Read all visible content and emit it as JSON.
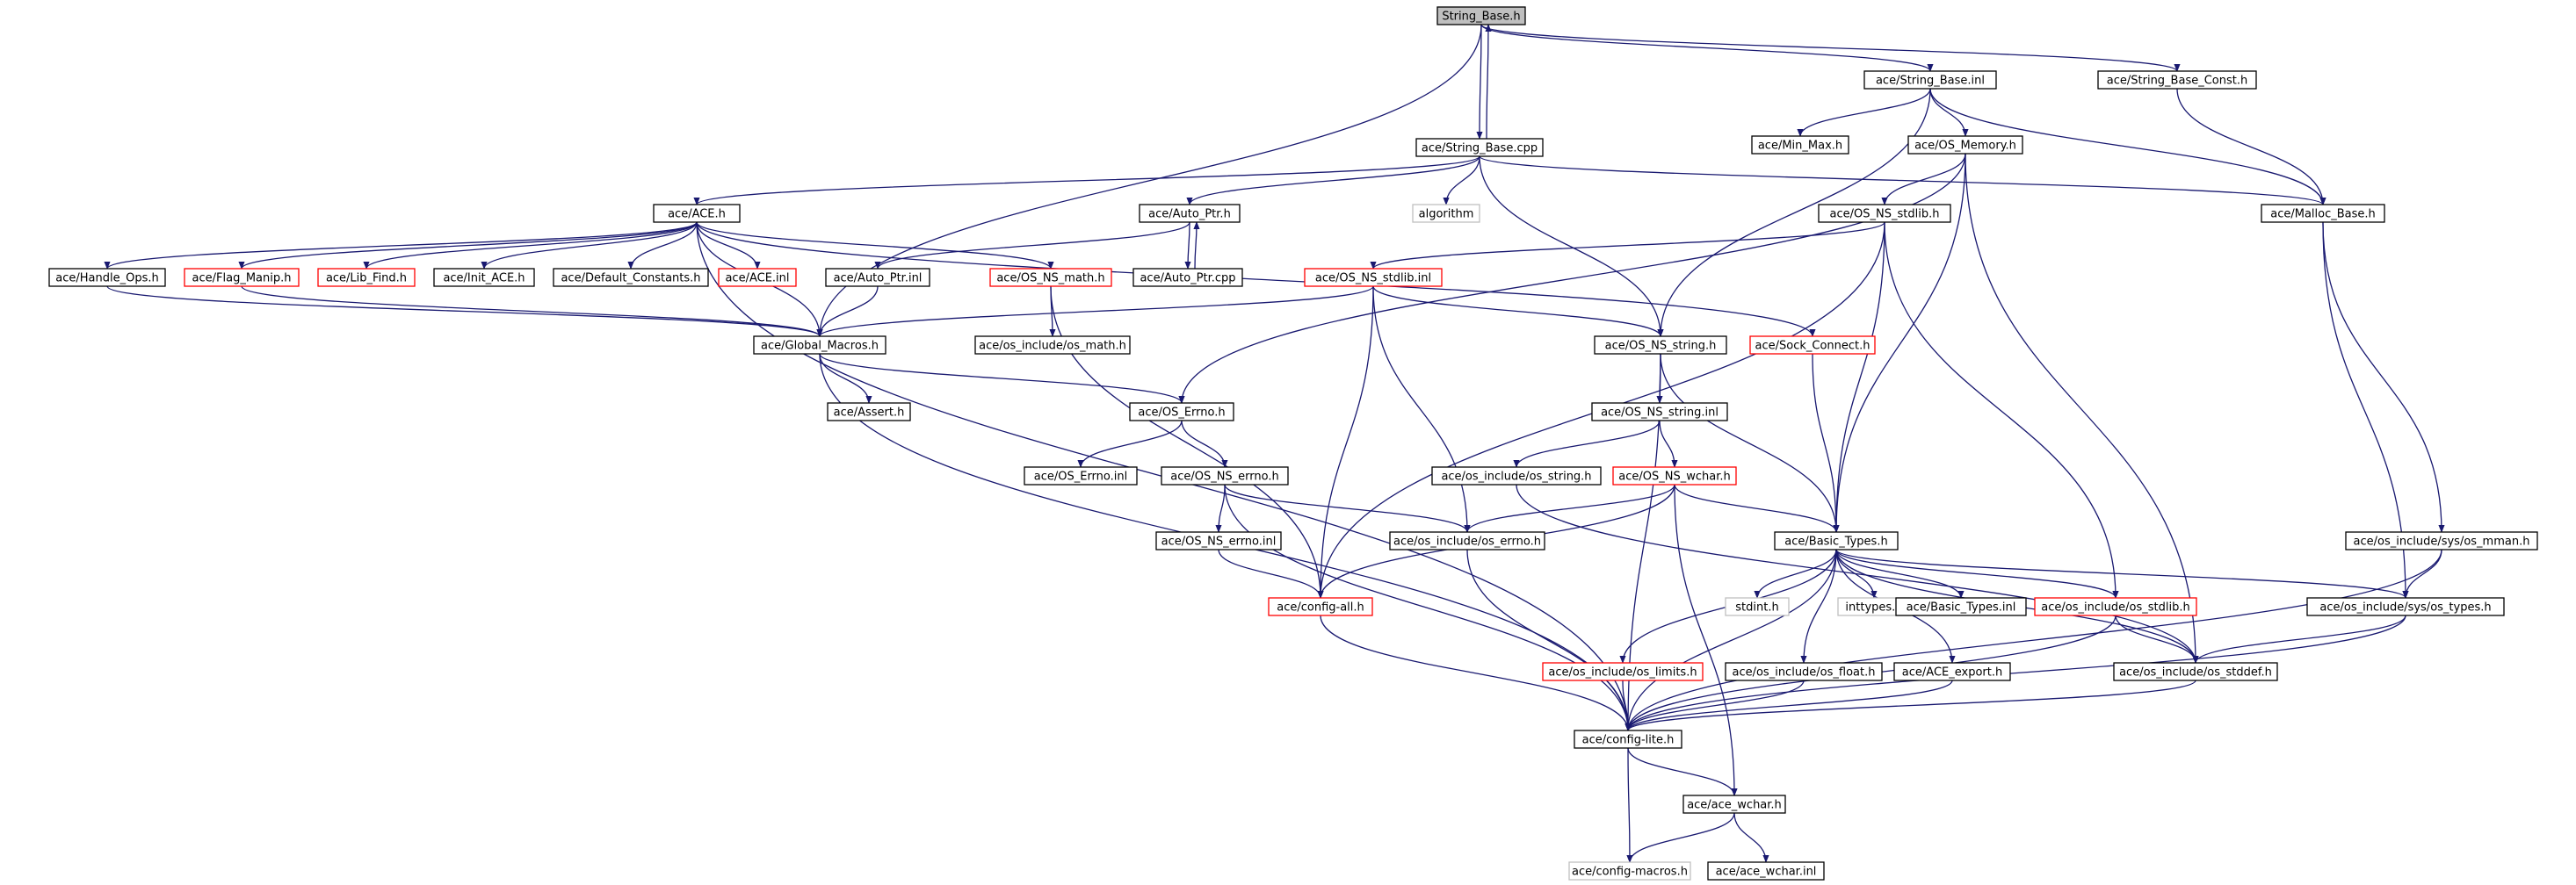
{
  "colors": {
    "edge": "#191970",
    "border_normal": "#000000",
    "border_truncated": "#ff0000",
    "border_external": "#bfbfbf",
    "fill_root": "#bfbfbf",
    "fill": "#ffffff",
    "text": "#000000"
  },
  "nodes": [
    {
      "id": "string_base_h",
      "label": "String_Base.h",
      "style": "root"
    },
    {
      "id": "ace_string_base_inl",
      "label": "ace/String_Base.inl",
      "style": "normal"
    },
    {
      "id": "ace_string_base_const_h",
      "label": "ace/String_Base_Const.h",
      "style": "normal"
    },
    {
      "id": "ace_string_base_cpp",
      "label": "ace/String_Base.cpp",
      "style": "normal"
    },
    {
      "id": "ace_min_max_h",
      "label": "ace/Min_Max.h",
      "style": "normal"
    },
    {
      "id": "ace_os_memory_h",
      "label": "ace/OS_Memory.h",
      "style": "normal"
    },
    {
      "id": "ace_ace_h",
      "label": "ace/ACE.h",
      "style": "normal"
    },
    {
      "id": "ace_auto_ptr_h",
      "label": "ace/Auto_Ptr.h",
      "style": "normal"
    },
    {
      "id": "algorithm",
      "label": "algorithm",
      "style": "external"
    },
    {
      "id": "ace_os_ns_stdlib_h",
      "label": "ace/OS_NS_stdlib.h",
      "style": "normal"
    },
    {
      "id": "ace_malloc_base_h",
      "label": "ace/Malloc_Base.h",
      "style": "normal"
    },
    {
      "id": "ace_handle_ops_h",
      "label": "ace/Handle_Ops.h",
      "style": "normal"
    },
    {
      "id": "ace_flag_manip_h",
      "label": "ace/Flag_Manip.h",
      "style": "truncated"
    },
    {
      "id": "ace_lib_find_h",
      "label": "ace/Lib_Find.h",
      "style": "truncated"
    },
    {
      "id": "ace_init_ace_h",
      "label": "ace/Init_ACE.h",
      "style": "normal"
    },
    {
      "id": "ace_default_constants_h",
      "label": "ace/Default_Constants.h",
      "style": "normal"
    },
    {
      "id": "ace_ace_inl",
      "label": "ace/ACE.inl",
      "style": "truncated"
    },
    {
      "id": "ace_auto_ptr_inl",
      "label": "ace/Auto_Ptr.inl",
      "style": "normal"
    },
    {
      "id": "ace_os_ns_math_h",
      "label": "ace/OS_NS_math.h",
      "style": "truncated"
    },
    {
      "id": "ace_auto_ptr_cpp",
      "label": "ace/Auto_Ptr.cpp",
      "style": "normal"
    },
    {
      "id": "ace_os_ns_stdlib_inl",
      "label": "ace/OS_NS_stdlib.inl",
      "style": "truncated"
    },
    {
      "id": "ace_global_macros_h",
      "label": "ace/Global_Macros.h",
      "style": "normal"
    },
    {
      "id": "ace_os_include_os_math_h",
      "label": "ace/os_include/os_math.h",
      "style": "normal"
    },
    {
      "id": "ace_os_ns_string_h",
      "label": "ace/OS_NS_string.h",
      "style": "normal"
    },
    {
      "id": "ace_sock_connect_h",
      "label": "ace/Sock_Connect.h",
      "style": "truncated"
    },
    {
      "id": "ace_assert_h",
      "label": "ace/Assert.h",
      "style": "normal"
    },
    {
      "id": "ace_os_errno_h",
      "label": "ace/OS_Errno.h",
      "style": "normal"
    },
    {
      "id": "ace_os_ns_string_inl",
      "label": "ace/OS_NS_string.inl",
      "style": "normal"
    },
    {
      "id": "ace_os_errno_inl",
      "label": "ace/OS_Errno.inl",
      "style": "normal"
    },
    {
      "id": "ace_os_ns_errno_h",
      "label": "ace/OS_NS_errno.h",
      "style": "normal"
    },
    {
      "id": "ace_os_include_os_string_h",
      "label": "ace/os_include/os_string.h",
      "style": "normal"
    },
    {
      "id": "ace_os_ns_wchar_h",
      "label": "ace/OS_NS_wchar.h",
      "style": "truncated"
    },
    {
      "id": "ace_os_ns_errno_inl",
      "label": "ace/OS_NS_errno.inl",
      "style": "normal"
    },
    {
      "id": "ace_os_include_os_errno_h",
      "label": "ace/os_include/os_errno.h",
      "style": "normal"
    },
    {
      "id": "ace_basic_types_h",
      "label": "ace/Basic_Types.h",
      "style": "normal"
    },
    {
      "id": "ace_os_include_sys_os_mman_h",
      "label": "ace/os_include/sys/os_mman.h",
      "style": "normal"
    },
    {
      "id": "ace_config_all_h",
      "label": "ace/config-all.h",
      "style": "truncated"
    },
    {
      "id": "stdint_h",
      "label": "stdint.h",
      "style": "external"
    },
    {
      "id": "inttypes_h",
      "label": "inttypes.h",
      "style": "external"
    },
    {
      "id": "ace_basic_types_inl",
      "label": "ace/Basic_Types.inl",
      "style": "normal"
    },
    {
      "id": "ace_os_include_os_stdlib_h",
      "label": "ace/os_include/os_stdlib.h",
      "style": "truncated"
    },
    {
      "id": "ace_os_include_sys_os_types_h",
      "label": "ace/os_include/sys/os_types.h",
      "style": "normal"
    },
    {
      "id": "ace_os_include_os_limits_h",
      "label": "ace/os_include/os_limits.h",
      "style": "truncated"
    },
    {
      "id": "ace_os_include_os_float_h",
      "label": "ace/os_include/os_float.h",
      "style": "normal"
    },
    {
      "id": "ace_ace_export_h",
      "label": "ace/ACE_export.h",
      "style": "normal"
    },
    {
      "id": "ace_os_include_os_stddef_h",
      "label": "ace/os_include/os_stddef.h",
      "style": "normal"
    },
    {
      "id": "ace_config_lite_h",
      "label": "ace/config-lite.h",
      "style": "normal"
    },
    {
      "id": "ace_ace_wchar_h",
      "label": "ace/ace_wchar.h",
      "style": "normal"
    },
    {
      "id": "ace_config_macros_h",
      "label": "ace/config-macros.h",
      "style": "external"
    },
    {
      "id": "ace_ace_wchar_inl",
      "label": "ace/ace_wchar.inl",
      "style": "normal"
    }
  ],
  "edges": [
    [
      "string_base_h",
      "ace_string_base_inl"
    ],
    [
      "string_base_h",
      "ace_string_base_const_h"
    ],
    [
      "string_base_h",
      "ace_string_base_cpp"
    ],
    [
      "ace_string_base_cpp",
      "string_base_h"
    ],
    [
      "string_base_h",
      "ace_global_macros_h"
    ],
    [
      "ace_string_base_inl",
      "ace_min_max_h"
    ],
    [
      "ace_string_base_inl",
      "ace_os_memory_h"
    ],
    [
      "ace_string_base_inl",
      "ace_malloc_base_h"
    ],
    [
      "ace_string_base_inl",
      "ace_os_ns_string_h"
    ],
    [
      "ace_string_base_const_h",
      "ace_malloc_base_h"
    ],
    [
      "ace_string_base_cpp",
      "ace_ace_h"
    ],
    [
      "ace_string_base_cpp",
      "ace_auto_ptr_h"
    ],
    [
      "ace_string_base_cpp",
      "algorithm"
    ],
    [
      "ace_string_base_cpp",
      "ace_malloc_base_h"
    ],
    [
      "ace_string_base_cpp",
      "ace_os_ns_string_h"
    ],
    [
      "ace_os_memory_h",
      "ace_os_ns_stdlib_h"
    ],
    [
      "ace_os_memory_h",
      "ace_os_errno_h"
    ],
    [
      "ace_os_memory_h",
      "ace_basic_types_h"
    ],
    [
      "ace_os_memory_h",
      "ace_os_include_os_stddef_h"
    ],
    [
      "ace_ace_h",
      "ace_handle_ops_h"
    ],
    [
      "ace_ace_h",
      "ace_flag_manip_h"
    ],
    [
      "ace_ace_h",
      "ace_lib_find_h"
    ],
    [
      "ace_ace_h",
      "ace_init_ace_h"
    ],
    [
      "ace_ace_h",
      "ace_default_constants_h"
    ],
    [
      "ace_ace_h",
      "ace_ace_inl"
    ],
    [
      "ace_ace_h",
      "ace_os_ns_math_h"
    ],
    [
      "ace_ace_h",
      "ace_sock_connect_h"
    ],
    [
      "ace_ace_h",
      "ace_global_macros_h"
    ],
    [
      "ace_ace_h",
      "ace_config_lite_h"
    ],
    [
      "ace_auto_ptr_h",
      "ace_auto_ptr_inl"
    ],
    [
      "ace_auto_ptr_h",
      "ace_auto_ptr_cpp"
    ],
    [
      "ace_auto_ptr_cpp",
      "ace_auto_ptr_h"
    ],
    [
      "ace_auto_ptr_inl",
      "ace_global_macros_h"
    ],
    [
      "ace_handle_ops_h",
      "ace_global_macros_h"
    ],
    [
      "ace_flag_manip_h",
      "ace_global_macros_h"
    ],
    [
      "ace_os_ns_math_h",
      "ace_os_include_os_math_h"
    ],
    [
      "ace_os_ns_math_h",
      "ace_config_all_h"
    ],
    [
      "ace_os_ns_stdlib_h",
      "ace_os_ns_stdlib_inl"
    ],
    [
      "ace_os_ns_stdlib_h",
      "ace_basic_types_h"
    ],
    [
      "ace_os_ns_stdlib_h",
      "ace_os_include_os_stdlib_h"
    ],
    [
      "ace_os_ns_stdlib_h",
      "ace_config_all_h"
    ],
    [
      "ace_os_ns_stdlib_inl",
      "ace_global_macros_h"
    ],
    [
      "ace_os_ns_stdlib_inl",
      "ace_os_ns_string_h"
    ],
    [
      "ace_os_ns_stdlib_inl",
      "ace_os_include_os_errno_h"
    ],
    [
      "ace_os_ns_stdlib_inl",
      "ace_config_all_h"
    ],
    [
      "ace_malloc_base_h",
      "ace_os_include_sys_os_mman_h"
    ],
    [
      "ace_malloc_base_h",
      "ace_os_include_sys_os_types_h"
    ],
    [
      "ace_global_macros_h",
      "ace_assert_h"
    ],
    [
      "ace_global_macros_h",
      "ace_os_errno_h"
    ],
    [
      "ace_global_macros_h",
      "ace_config_lite_h"
    ],
    [
      "ace_os_ns_string_h",
      "ace_os_ns_string_inl"
    ],
    [
      "ace_os_ns_string_h",
      "ace_basic_types_h"
    ],
    [
      "ace_os_ns_string_h",
      "ace_config_lite_h"
    ],
    [
      "ace_sock_connect_h",
      "ace_basic_types_h"
    ],
    [
      "ace_os_errno_h",
      "ace_os_errno_inl"
    ],
    [
      "ace_os_errno_h",
      "ace_os_ns_errno_h"
    ],
    [
      "ace_os_ns_string_inl",
      "ace_os_include_os_string_h"
    ],
    [
      "ace_os_ns_string_inl",
      "ace_os_ns_wchar_h"
    ],
    [
      "ace_os_include_os_string_h",
      "ace_os_include_os_stddef_h"
    ],
    [
      "ace_os_ns_errno_h",
      "ace_os_ns_errno_inl"
    ],
    [
      "ace_os_ns_errno_h",
      "ace_os_include_os_errno_h"
    ],
    [
      "ace_os_ns_errno_h",
      "ace_config_lite_h"
    ],
    [
      "ace_os_ns_errno_inl",
      "ace_config_all_h"
    ],
    [
      "ace_os_ns_wchar_h",
      "ace_os_include_os_errno_h"
    ],
    [
      "ace_os_ns_wchar_h",
      "ace_basic_types_h"
    ],
    [
      "ace_os_ns_wchar_h",
      "ace_config_all_h"
    ],
    [
      "ace_os_ns_wchar_h",
      "ace_ace_wchar_h"
    ],
    [
      "ace_os_include_os_errno_h",
      "ace_config_lite_h"
    ],
    [
      "ace_basic_types_h",
      "stdint_h"
    ],
    [
      "ace_basic_types_h",
      "inttypes_h"
    ],
    [
      "ace_basic_types_h",
      "ace_basic_types_inl"
    ],
    [
      "ace_basic_types_h",
      "ace_os_include_os_stdlib_h"
    ],
    [
      "ace_basic_types_h",
      "ace_os_include_sys_os_types_h"
    ],
    [
      "ace_basic_types_h",
      "ace_os_include_os_limits_h"
    ],
    [
      "ace_basic_types_h",
      "ace_os_include_os_float_h"
    ],
    [
      "ace_basic_types_h",
      "ace_ace_export_h"
    ],
    [
      "ace_basic_types_h",
      "ace_os_include_os_stddef_h"
    ],
    [
      "ace_basic_types_h",
      "ace_config_lite_h"
    ],
    [
      "ace_os_include_sys_os_mman_h",
      "ace_os_include_sys_os_types_h"
    ],
    [
      "ace_os_include_sys_os_mman_h",
      "ace_config_lite_h"
    ],
    [
      "ace_config_all_h",
      "ace_config_lite_h"
    ],
    [
      "ace_os_include_os_stdlib_h",
      "ace_os_include_os_stddef_h"
    ],
    [
      "ace_os_include_os_stdlib_h",
      "ace_config_lite_h"
    ],
    [
      "ace_os_include_sys_os_types_h",
      "ace_os_include_os_stddef_h"
    ],
    [
      "ace_os_include_sys_os_types_h",
      "ace_config_lite_h"
    ],
    [
      "ace_os_include_os_limits_h",
      "ace_config_lite_h"
    ],
    [
      "ace_os_include_os_float_h",
      "ace_config_lite_h"
    ],
    [
      "ace_ace_export_h",
      "ace_config_lite_h"
    ],
    [
      "ace_os_include_os_stddef_h",
      "ace_config_lite_h"
    ],
    [
      "ace_config_lite_h",
      "ace_ace_wchar_h"
    ],
    [
      "ace_config_lite_h",
      "ace_config_macros_h"
    ],
    [
      "ace_ace_wchar_h",
      "ace_config_macros_h"
    ],
    [
      "ace_ace_wchar_h",
      "ace_ace_wchar_inl"
    ]
  ]
}
